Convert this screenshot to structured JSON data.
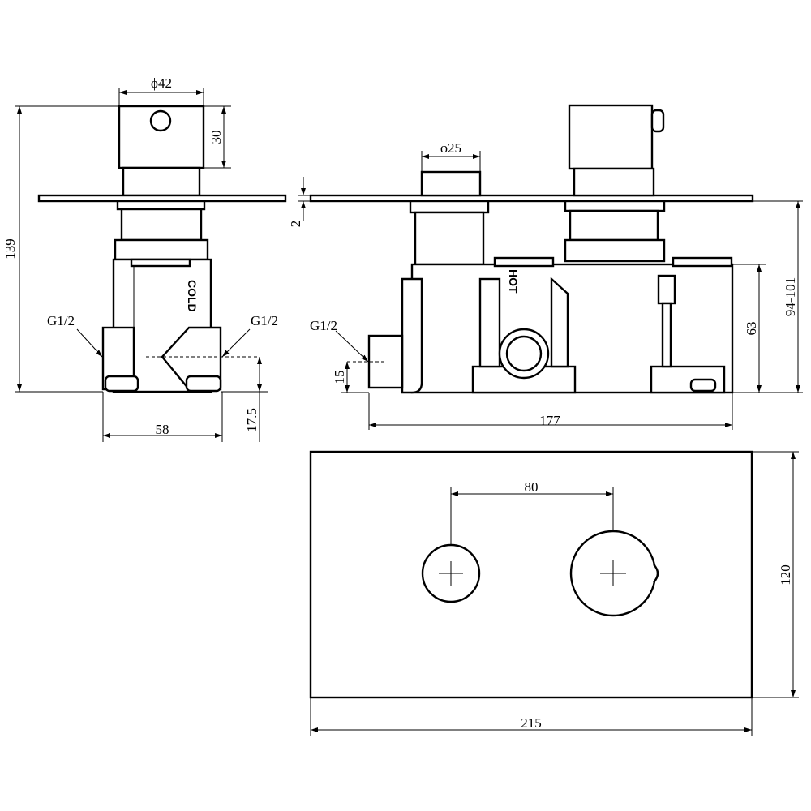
{
  "dimensions": {
    "side_view": {
      "knob_diameter": "ϕ42",
      "knob_height": "30",
      "total_height": "139",
      "inlet_left": "G1/2",
      "inlet_right": "G1/2",
      "width": "58",
      "inlet_height": "17.5"
    },
    "front_view": {
      "spout_diameter": "ϕ25",
      "plate_thickness": "2",
      "inlet": "G1/2",
      "inlet_height": "15",
      "body_width": "177",
      "body_depth": "63",
      "depth_range": "94-101"
    },
    "plate_view": {
      "centre_distance": "80",
      "plate_width": "215",
      "plate_height": "120"
    }
  },
  "markings": {
    "hot": "HOT",
    "cold": "COLD"
  }
}
